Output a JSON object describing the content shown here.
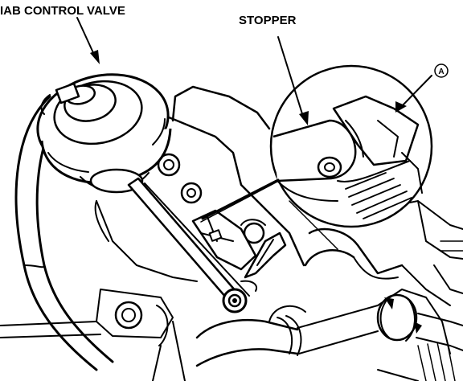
{
  "labels": {
    "iab_control_valve": "IAB CONTROL VALVE",
    "stopper": "STOPPER",
    "callout_a": "A"
  }
}
